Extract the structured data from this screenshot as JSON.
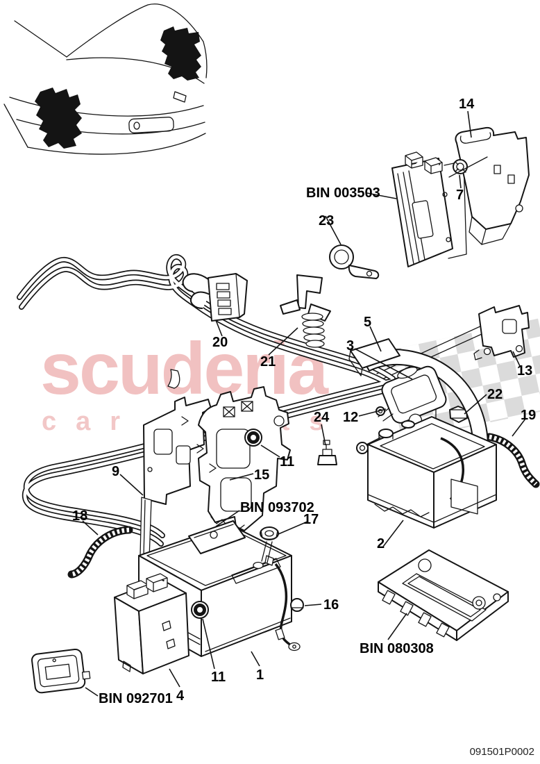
{
  "page_type": "parts-catalog-exploded-diagram",
  "colors": {
    "wm_pink": "#f1c1c1",
    "chk_gray": "#dadada",
    "ink": "#141414"
  },
  "watermark": {
    "title": "scuderia",
    "subtitle": "car parts"
  },
  "footer": {
    "code": "091501P0002"
  },
  "labels": {
    "n14": "14",
    "n7": "7",
    "bin003503": "BIN 003503",
    "n23": "23",
    "n20": "20",
    "n21": "21",
    "n5": "5",
    "n3": "3",
    "n13": "13",
    "n22": "22",
    "n12": "12",
    "n24": "24",
    "n19": "19",
    "n11a": "11",
    "n15": "15",
    "n9": "9",
    "bin093702": "BIN 093702",
    "n17": "17",
    "n18": "18",
    "n2": "2",
    "n16": "16",
    "bin080308": "BIN 080308",
    "n11b": "11",
    "n1": "1",
    "n4": "4",
    "bin092701": "BIN 092701"
  }
}
